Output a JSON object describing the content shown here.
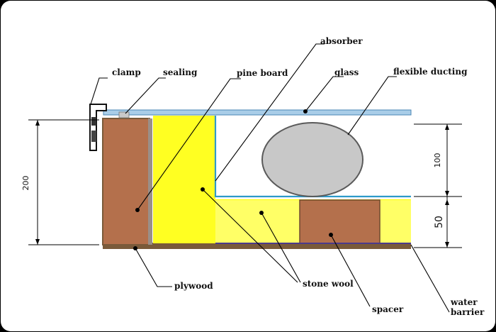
{
  "labels": {
    "clamp": "clamp",
    "sealing": "sealing",
    "pine_board": "pine board",
    "absorber": "absorber",
    "glass": "glass",
    "flexible_ducting": "flexible ducting",
    "plywood": "plywood",
    "stone_wool": "stone wool",
    "spacer": "spacer",
    "water_barrier_line1": "water",
    "water_barrier_line2": "barrier"
  },
  "dimensions": {
    "total_height": "200",
    "upper_height": "100",
    "lower_height": "50"
  },
  "colors": {
    "background": "#ffffff",
    "frame_border": "#000000",
    "wood": "#b4704c",
    "wood_border": "#8a5a3a",
    "stone_wool": "#ffff00",
    "stone_wool_light": "#ffff66",
    "glass": "#a9cde8",
    "glass_border": "#4a86b5",
    "absorber": "#2e9ac9",
    "ducting_fill": "#c8c8c8",
    "ducting_border": "#5a5a5a",
    "plywood_base": "#7a5a3a",
    "water_barrier": "#4b3a8c"
  }
}
